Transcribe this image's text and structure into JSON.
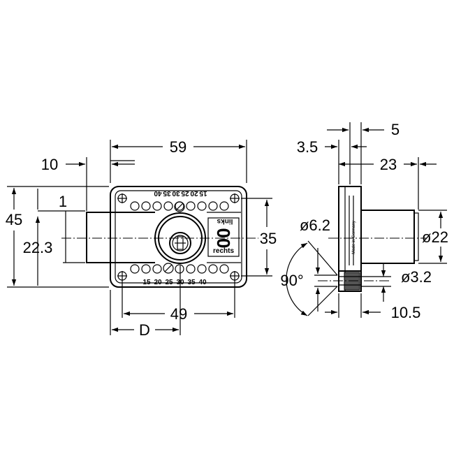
{
  "dimensions": {
    "top_width": "59",
    "offset_left": "10",
    "height_total": "45",
    "backset": "1",
    "center_height": "22.3",
    "hole_spacing_v": "35",
    "hole_spacing_h": "49",
    "distance": "D",
    "thickness_plate": "5",
    "flange": "3.5",
    "depth": "23",
    "hole_diameter": "ø6.2",
    "cylinder_diameter": "ø22",
    "angle": "90°",
    "screw_hole": "ø3.2",
    "bolt_offset": "10.5"
  },
  "scale_top": [
    "40",
    "35",
    "30",
    "25",
    "20",
    "15"
  ],
  "scale_bottom": [
    "15",
    "20",
    "25",
    "30",
    "35",
    "40"
  ],
  "lock_text": {
    "top": "links",
    "middle": "00",
    "bottom": "rechts",
    "side": "Made in Germany"
  }
}
